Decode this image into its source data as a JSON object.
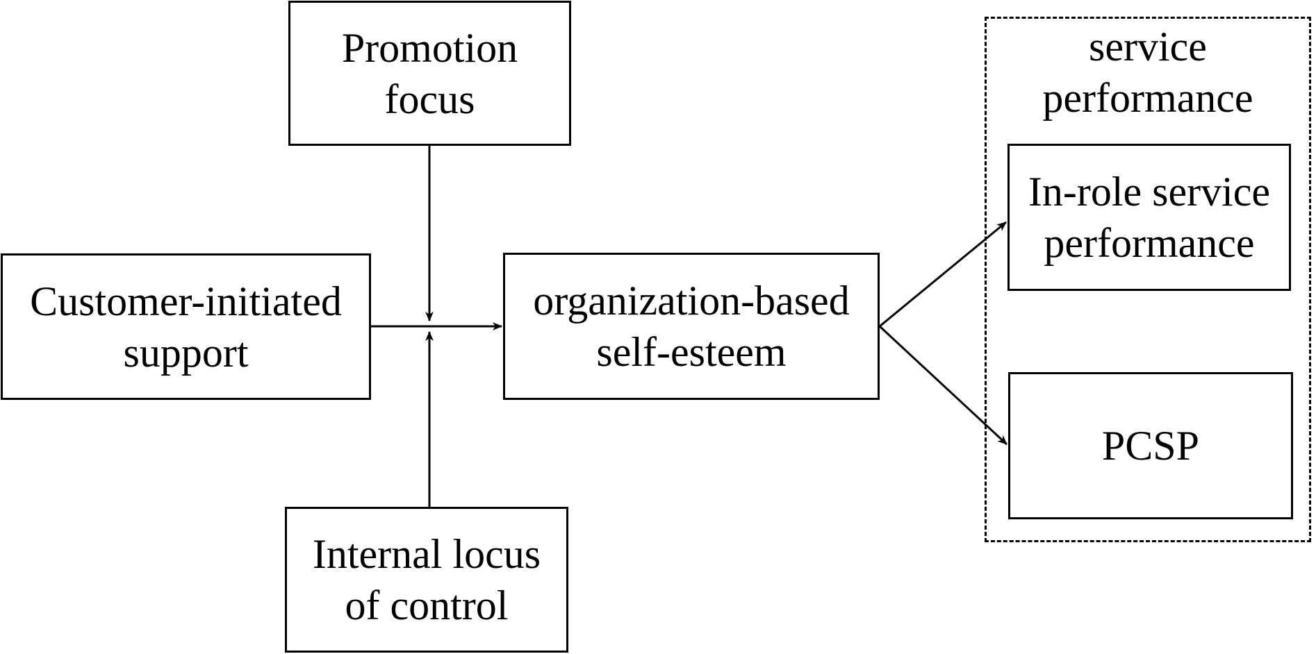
{
  "diagram": {
    "nodes": {
      "promotion_focus": "Promotion\nfocus",
      "customer_initiated_support": "Customer-initiated\nsupport",
      "organization_based_self_esteem": "organization-based\nself-esteem",
      "internal_locus_of_control": "Internal locus\nof control",
      "in_role_service_performance": "In-role service\nperformance",
      "pcsp": "PCSP"
    },
    "group": {
      "title": "service\nperformance"
    },
    "colors": {
      "stroke": "#000000",
      "background": "#ffffff"
    }
  }
}
